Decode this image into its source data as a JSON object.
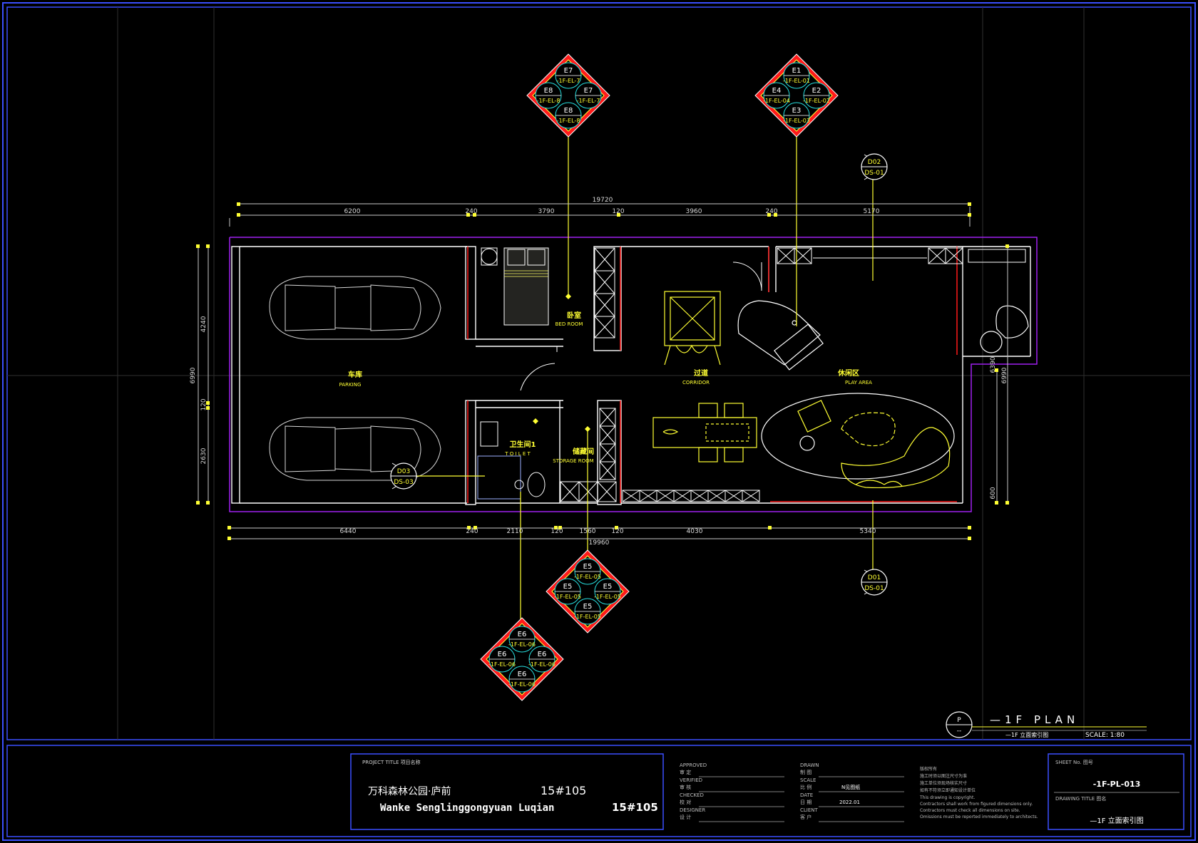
{
  "plan": {
    "title": "—1F PLAN",
    "subtitle": "—1F 立面索引图",
    "scale": "SCALE: 1:80",
    "north_symbol": "P"
  },
  "dimensions": {
    "top_total": "19720",
    "top": [
      "6200",
      "240",
      "3790",
      "120",
      "3960",
      "240",
      "5170"
    ],
    "bottom_total": "19960",
    "bottom": [
      "6440",
      "240",
      "2110",
      "120",
      "1560",
      "120",
      "4030",
      "5340"
    ],
    "left_total": "6990",
    "left": [
      "4240",
      "120",
      "2630"
    ],
    "right": [
      "6390",
      "6990",
      "600"
    ]
  },
  "rooms": [
    {
      "zh": "车库",
      "en": "PARKING"
    },
    {
      "zh": "卧室",
      "en": "BED ROOM"
    },
    {
      "zh": "过道",
      "en": "CORRIDOR"
    },
    {
      "zh": "休闲区",
      "en": "PLAY  AREA"
    },
    {
      "zh": "卫生间1",
      "en": "T O I L E T"
    },
    {
      "zh": "储藏间",
      "en": "STORAGE ROOM"
    }
  ],
  "section_markers": [
    {
      "top": "D02",
      "bottom": "DS-01"
    },
    {
      "top": "D01",
      "bottom": "DS-01"
    },
    {
      "top": "D03",
      "bottom": "DS-03"
    }
  ],
  "elevation_markers": [
    {
      "labels": [
        "E7",
        "E8",
        "E7",
        "E8"
      ],
      "codes": [
        "-1F-EL-7",
        "-1F-EL-8",
        "-1F-EL-7",
        "-1F-EL-8"
      ]
    },
    {
      "labels": [
        "E1",
        "E4",
        "E2",
        "E3"
      ],
      "codes": [
        "-1F-EL-01",
        "-1F-EL-04",
        "-1F-EL-02",
        "-1F-EL-03"
      ]
    },
    {
      "labels": [
        "E5",
        "E5",
        "E5",
        "E5"
      ],
      "codes": [
        "-1F-EL-05",
        "-1F-EL-05",
        "-1F-EL-05",
        "-1F-EL-05"
      ]
    },
    {
      "labels": [
        "E6",
        "E6",
        "E6",
        "E6"
      ],
      "codes": [
        "-1F-EL-06",
        "-1F-EL-06",
        "-1F-EL-06",
        "-1F-EL-06"
      ]
    }
  ],
  "title_block": {
    "project_title_label": "PROJECT TITLE  项目名称",
    "project_zh": "万科森林公园·庐前",
    "project_en": "Wanke Senglinggongyuan Luqian",
    "unit_zh": "15#105",
    "unit_en": "15#105",
    "approved": "APPROVED",
    "approved_zh": "审 定",
    "verified": "VERIFIED",
    "verified_zh": "审 核",
    "checked": "CHECKED",
    "checked_zh": "校 对",
    "designer": "DESIGNER",
    "designer_zh": "设 计",
    "drawn": "DRAWN",
    "drawn_zh": "制 图",
    "scale": "SCALE",
    "scale_zh": "比 例",
    "scale_val": "N见图纸",
    "date": "DATE",
    "date_zh": "日 期",
    "date_val": "2022.01",
    "client": "CLIENT",
    "client_zh": "客 户",
    "notes": [
      "版权所有",
      "施工时须以图注尺寸为准",
      "施工单位须现场核实尺寸",
      "如有不符须立即通知设计单位",
      "This drawing is copyright.",
      "Contractors shall work from figured dimensions only.",
      "Contractors must check all dimensions on site.",
      "Omissions must be reported immediately to architects."
    ],
    "sheet_no_label": "SHEET No.  图号",
    "sheet_no": "-1F-PL-013",
    "drawing_title_label": "DRAWING TITLE  图名",
    "drawing_title": "—1F 立面索引图"
  },
  "colors": {
    "bg": "#000000",
    "frame": "#3b4fff",
    "wall": "#ffffff",
    "purple": "#a020f0",
    "yellow": "#ffff33",
    "red": "#ff1a1a",
    "cyan": "#27e0e0",
    "grid": "#3a3a3a"
  }
}
